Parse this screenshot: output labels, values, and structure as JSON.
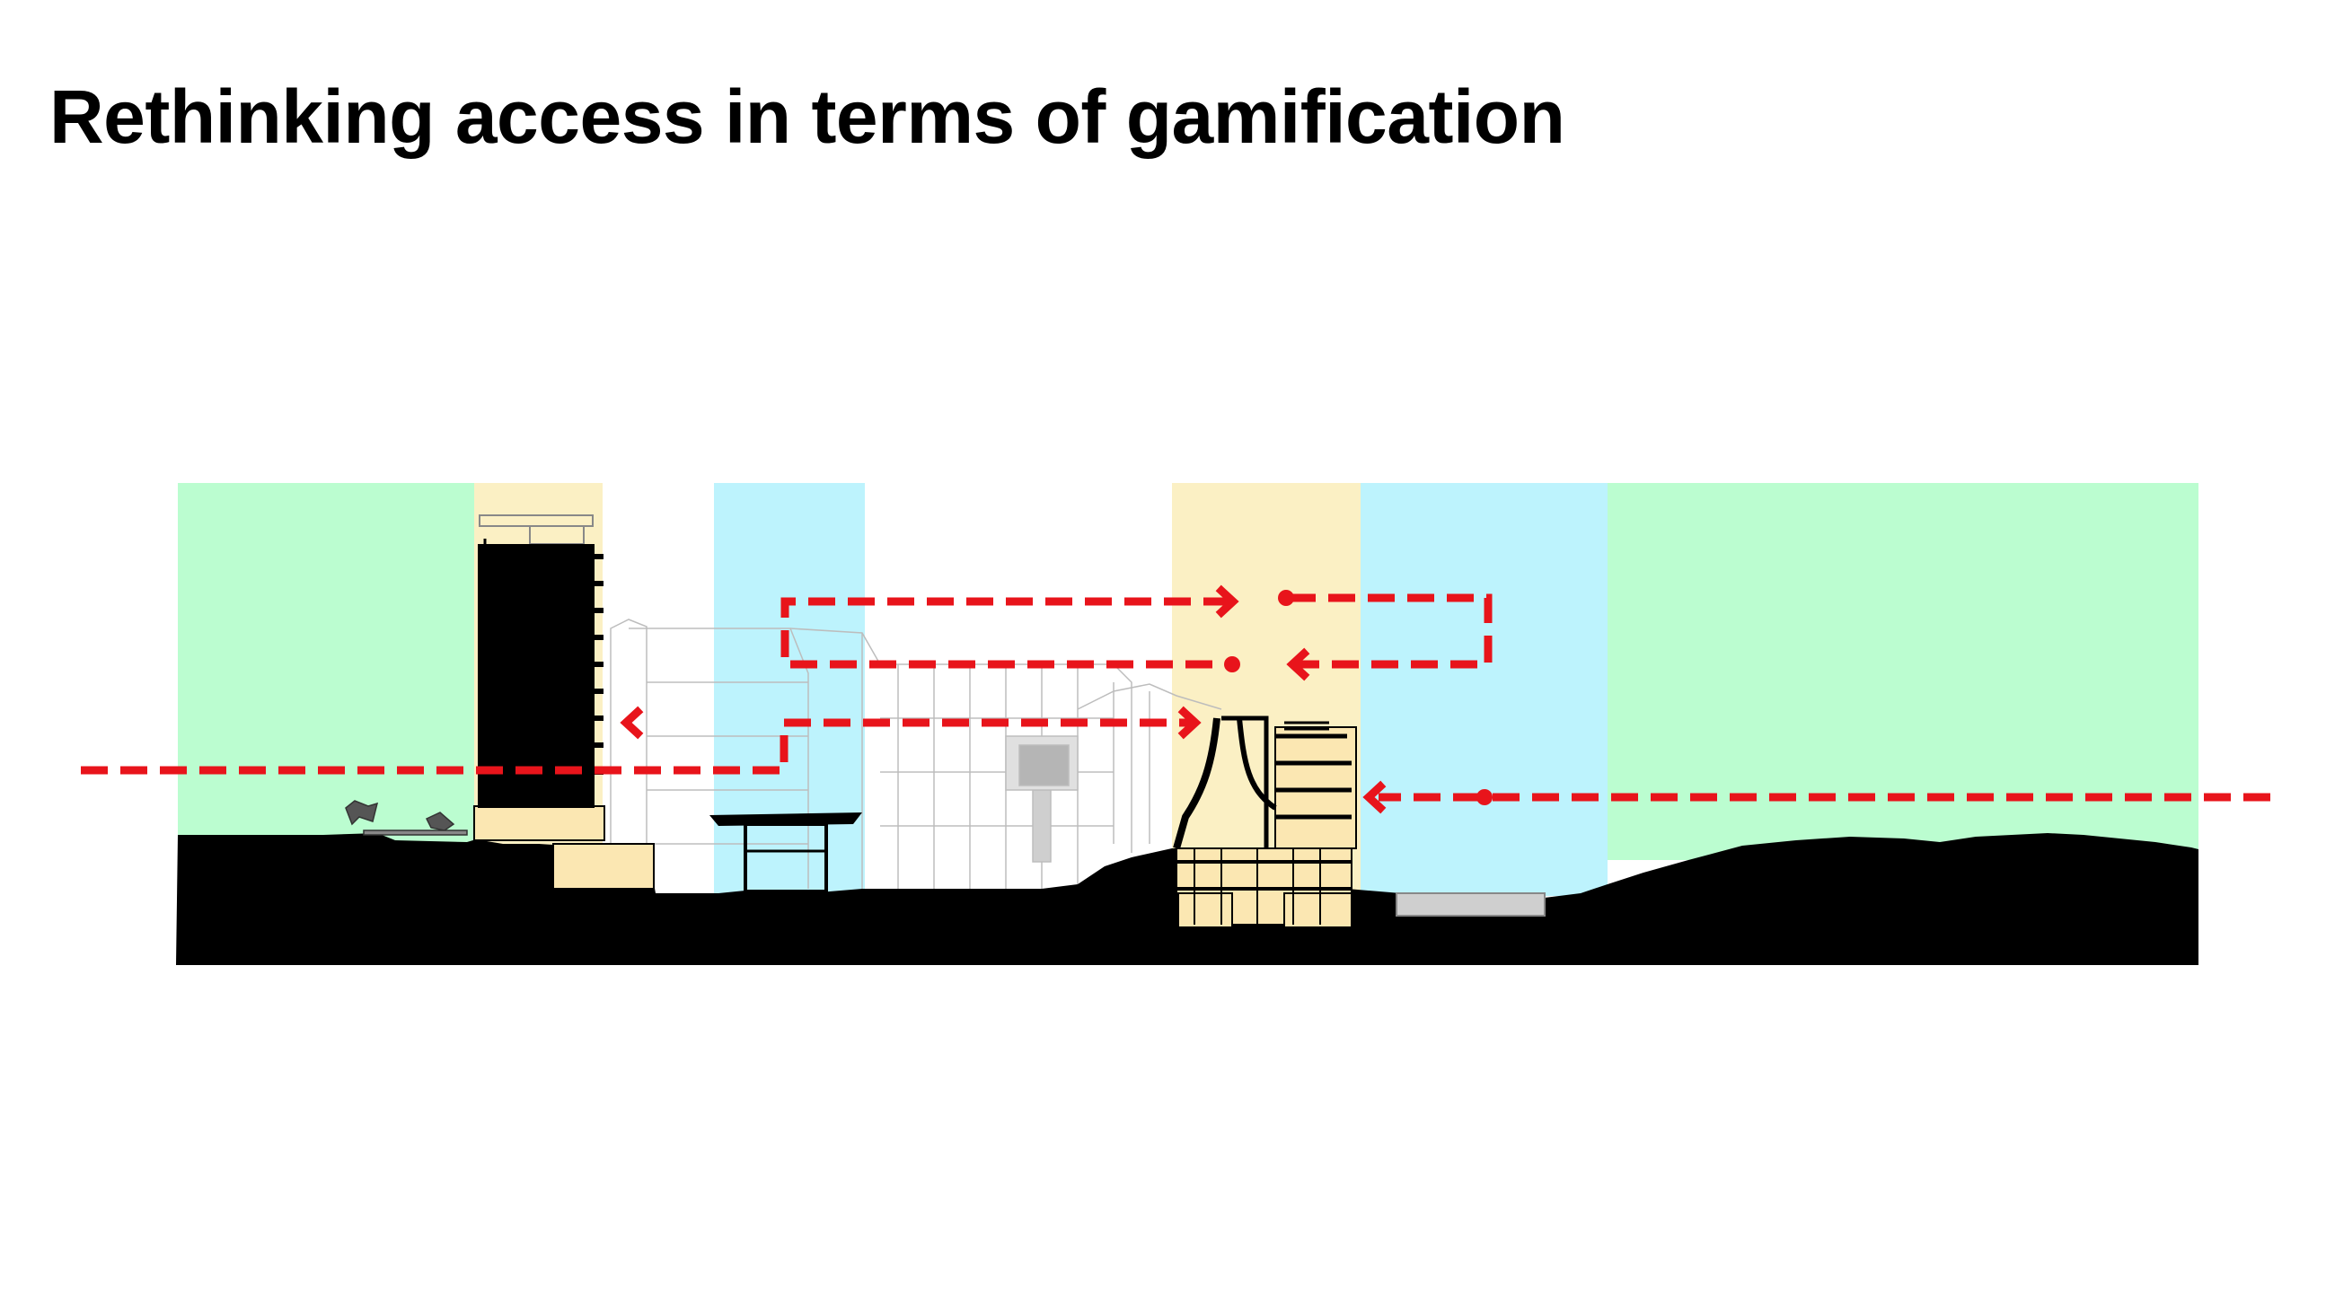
{
  "slide": {
    "title": "Rethinking access in terms of gamification"
  },
  "colors": {
    "zone_green": "#bbfdd0",
    "zone_yellow": "#fbf0c4",
    "zone_blue": "#bdf3fd",
    "ground": "#000000",
    "path": "#e8141b",
    "building_fill": "#fbe7b2",
    "line_grey": "#9a9a9a"
  },
  "zones": [
    {
      "name": "green",
      "color": "zone_green"
    },
    {
      "name": "yellow",
      "color": "zone_yellow"
    },
    {
      "name": "blue",
      "color": "zone_blue"
    },
    {
      "name": "yellow",
      "color": "zone_yellow"
    },
    {
      "name": "blue",
      "color": "zone_blue"
    },
    {
      "name": "green",
      "color": "zone_green"
    }
  ],
  "paths": {
    "style": "dashed",
    "arrowhead": "chevron",
    "count": 4
  }
}
